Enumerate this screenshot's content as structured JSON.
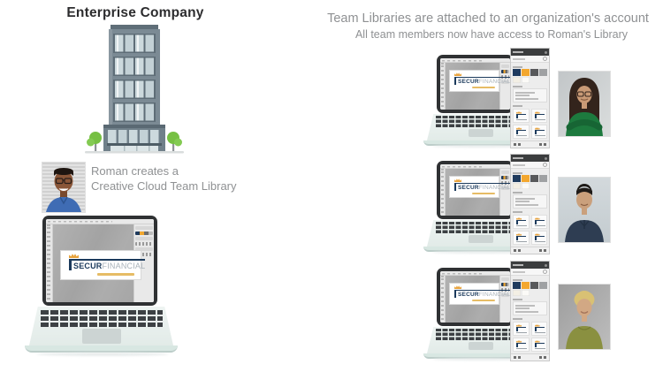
{
  "left": {
    "title": "Enterprise Company",
    "caption_line1": "Roman creates a",
    "caption_line2": "Creative Cloud Team Library"
  },
  "right": {
    "heading": "Team Libraries are attached to an organization's account",
    "subheading": "All team members now have access to Roman's Library"
  },
  "logo": {
    "brand_bold": "SECUR",
    "brand_light": "FINANCIAL",
    "crown_color": "#E8A33D",
    "navy": "#1B3A5C"
  },
  "library_panel": {
    "color_swatches": [
      "#1F3B5E",
      "#F3A72E",
      "#58595B",
      "#9FA1A3"
    ],
    "color_swatches_row2": [
      "#F3EFE4",
      "#FBFAF7"
    ]
  },
  "building": {
    "body_color": "#7B8A94",
    "window_color": "#CCD9DD",
    "tree_color": "#76C043"
  }
}
